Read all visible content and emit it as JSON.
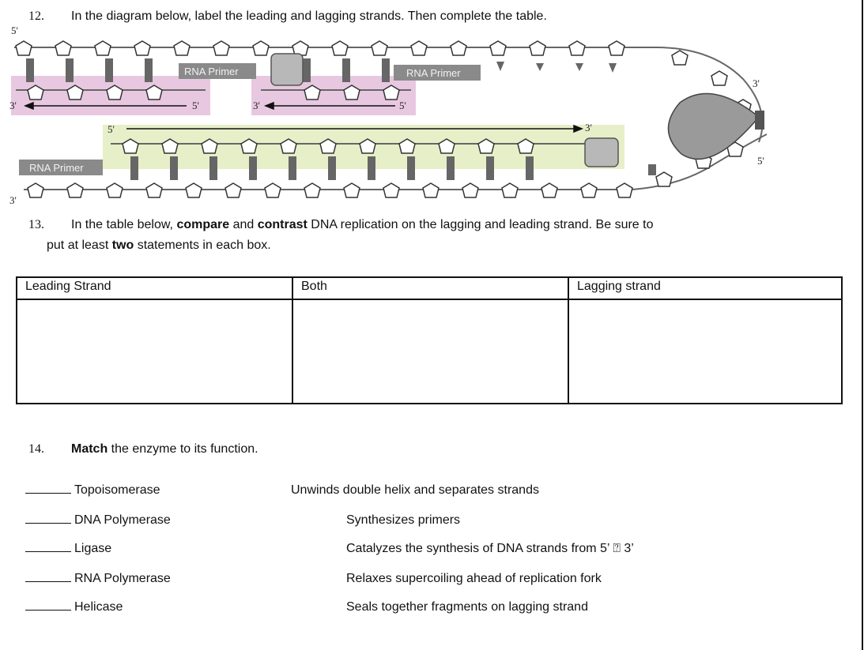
{
  "q12": {
    "number": "12.",
    "text": "In the diagram below, label the leading and lagging strands. Then complete the table."
  },
  "diagram": {
    "primer_label": "RNA Primer",
    "prime5": "5'",
    "prime3": "3'"
  },
  "q13": {
    "number": "13.",
    "text_pre": "In the table below, ",
    "text_bold1": "compare",
    "text_mid1": " and ",
    "text_bold2": "contrast",
    "text_mid2": " DNA replication on the lagging and leading strand. Be sure to",
    "line2_pre": "put at least ",
    "line2_bold": "two",
    "line2_post": " statements in each box."
  },
  "table": {
    "headers": [
      "Leading Strand",
      "Both",
      "Lagging strand"
    ]
  },
  "q14": {
    "number": "14.",
    "bold": "Match",
    "text": " the enzyme to its function.",
    "enzymes": [
      "Topoisomerase",
      "DNA Polymerase",
      "Ligase",
      "RNA Polymerase",
      "Helicase"
    ],
    "functions": [
      "Unwinds double helix and separates strands",
      "Synthesizes primers",
      "Catalyzes the synthesis of DNA strands from 5’ ⍰ 3’",
      "Relaxes supercoiling ahead of replication fork",
      "Seals together fragments on lagging strand"
    ]
  },
  "colors": {
    "pink_box": "#e8c8e0",
    "green_box": "#e6efc8",
    "primer_fill": "#8a8a8a",
    "helicase_fill": "#9a9a9a"
  }
}
